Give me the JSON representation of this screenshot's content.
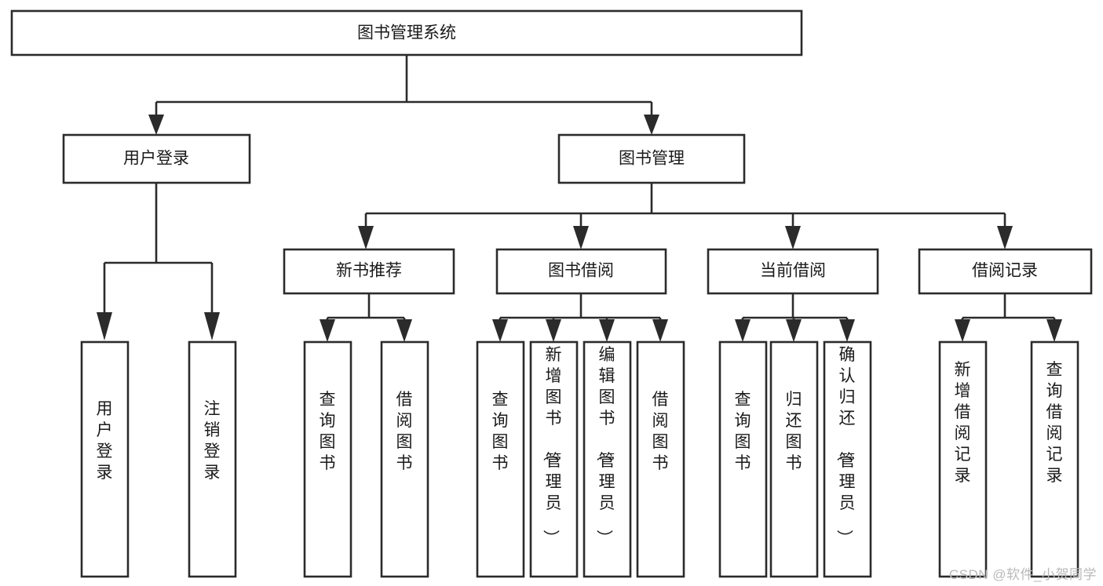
{
  "diagram": {
    "title": "图书管理系统",
    "watermark": "CSDN @软件_小贺同学",
    "levels": {
      "root": {
        "label": "图书管理系统"
      },
      "level2": [
        {
          "id": "user-login",
          "label": "用户登录"
        },
        {
          "id": "book-management",
          "label": "图书管理"
        }
      ],
      "level3": [
        {
          "id": "new-book-recommend",
          "label": "新书推荐",
          "parent": "book-management"
        },
        {
          "id": "book-borrow",
          "label": "图书借阅",
          "parent": "book-management"
        },
        {
          "id": "current-borrow",
          "label": "当前借阅",
          "parent": "book-management"
        },
        {
          "id": "borrow-record",
          "label": "借阅记录",
          "parent": "book-management"
        }
      ],
      "leaves": [
        {
          "id": "leaf-user-login",
          "label": "用户登录",
          "parent": "user-login"
        },
        {
          "id": "leaf-logout-login",
          "label": "注销登录",
          "parent": "user-login"
        },
        {
          "id": "leaf-query-book-1",
          "label": "查询图书",
          "parent": "new-book-recommend"
        },
        {
          "id": "leaf-borrow-book-1",
          "label": "借阅图书",
          "parent": "new-book-recommend"
        },
        {
          "id": "leaf-query-book-2",
          "label": "查询图书",
          "parent": "book-borrow"
        },
        {
          "id": "leaf-add-book",
          "label": "新增图书（管理员）",
          "parent": "book-borrow"
        },
        {
          "id": "leaf-edit-book",
          "label": "编辑图书（管理员）",
          "parent": "book-borrow"
        },
        {
          "id": "leaf-borrow-book-2",
          "label": "借阅图书",
          "parent": "book-borrow"
        },
        {
          "id": "leaf-query-book-3",
          "label": "查询图书",
          "parent": "current-borrow"
        },
        {
          "id": "leaf-return-book",
          "label": "归还图书",
          "parent": "current-borrow"
        },
        {
          "id": "leaf-confirm-return",
          "label": "确认归还（管理员）",
          "parent": "current-borrow"
        },
        {
          "id": "leaf-add-record",
          "label": "新增借阅记录",
          "parent": "borrow-record"
        },
        {
          "id": "leaf-query-record",
          "label": "查询借阅记录",
          "parent": "borrow-record"
        }
      ]
    },
    "colors": {
      "box_stroke": "#2b2b2b",
      "box_fill": "#ffffff",
      "text": "#1a1a1a",
      "watermark": "#b9b9b9",
      "background": "#ffffff"
    }
  }
}
